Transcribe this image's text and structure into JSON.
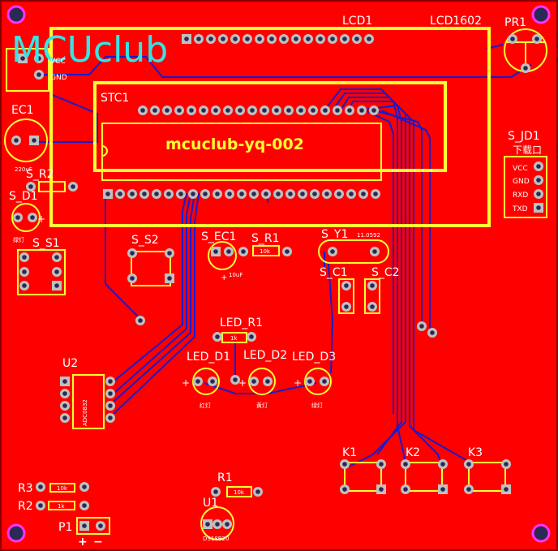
{
  "board": {
    "logo": "MCUclub",
    "colors": {
      "board": "#ff0000",
      "silk": "#ffff33",
      "trace": "#1a1acc",
      "pad": "#c0c0c0",
      "hole": "#2a2a55",
      "corner": "#ff33ff",
      "logo": "#33e6e6"
    }
  },
  "labels": {
    "lcd1": "LCD1",
    "lcd1602": "LCD1602",
    "pr1": "PR1",
    "stc1": "STC1",
    "chip_text": "mcuclub-yq-002",
    "ec1": "EC1",
    "ec1_val": "220uF",
    "vcc_small": "VCC",
    "gnd_small": "GND",
    "s_r2": "S_R2",
    "s_d1": "S_D1",
    "s_d1_note": "绿灯",
    "s_s1": "S_S1",
    "s_s2": "S_S2",
    "s_ec1": "S_EC1",
    "s_ec1_val": "10uF",
    "s_r1": "S_R1",
    "s_r1_val": "10k",
    "s_y1": "S_Y1",
    "s_y1_val": "11.0592",
    "s_c1": "S_C1",
    "s_c2": "S_C2",
    "s_jd1": "S_JD1",
    "s_jd1_title": "下载口",
    "jd_pins": [
      "VCC",
      "GND",
      "RXD",
      "TXD"
    ],
    "u2": "U2",
    "u2_chip": "ADC0832",
    "led_r1": "LED_R1",
    "led_r1_val": "1k",
    "led_d1": "LED_D1",
    "led_d2": "LED_D2",
    "led_d3": "LED_D3",
    "led_d1_note": "红灯",
    "led_d2_note": "黄灯",
    "led_d3_note": "绿灯",
    "k1": "K1",
    "k2": "K2",
    "k3": "K3",
    "r1": "R1",
    "r1_val": "10k",
    "r2": "R2",
    "r2_val": "1k",
    "r3": "R3",
    "r3_val": "10k",
    "u1": "U1",
    "u1_val": "DS18B20",
    "p1": "P1",
    "plus": "+",
    "minus": "−"
  }
}
